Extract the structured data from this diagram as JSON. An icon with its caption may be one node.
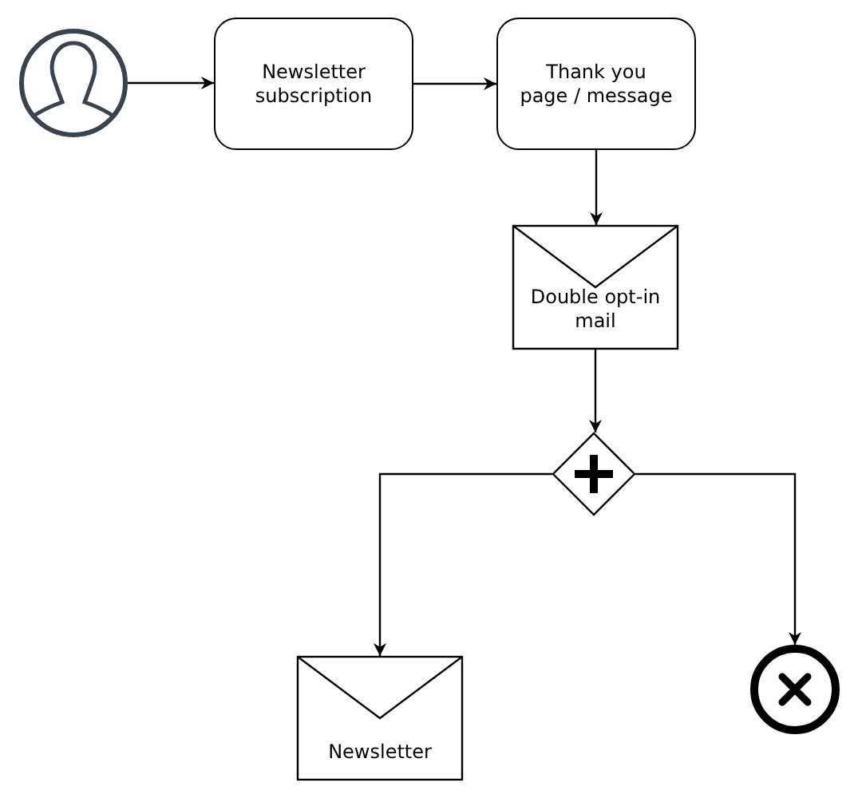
{
  "diagram": {
    "nodes": [
      {
        "text": [],
        "shape": "person"
      },
      {
        "text": [
          "Newsletter subscription"
        ]
      },
      {
        "text": [
          "Thank you page / message"
        ]
      },
      {
        "text": [
          "Double opt-in mail"
        ]
      },
      {
        "text": [],
        "shape": "diamond"
      },
      {
        "text": [
          "Newsletter"
        ]
      },
      {
        "text": [],
        "shape": "circle"
      }
    ],
    "edges": [
      {
        "from": 0,
        "to": 1,
        "arrow": "to"
      },
      {
        "from": 1,
        "to": 2,
        "arrow": "to"
      },
      {
        "from": 2,
        "to": 3,
        "arrow": "to"
      },
      {
        "from": 3,
        "to": 4,
        "arrow": "to"
      },
      {
        "from": 4,
        "to": 5,
        "arrow": "to"
      },
      {
        "from": 4,
        "to": 6,
        "arrow": "to"
      }
    ]
  }
}
